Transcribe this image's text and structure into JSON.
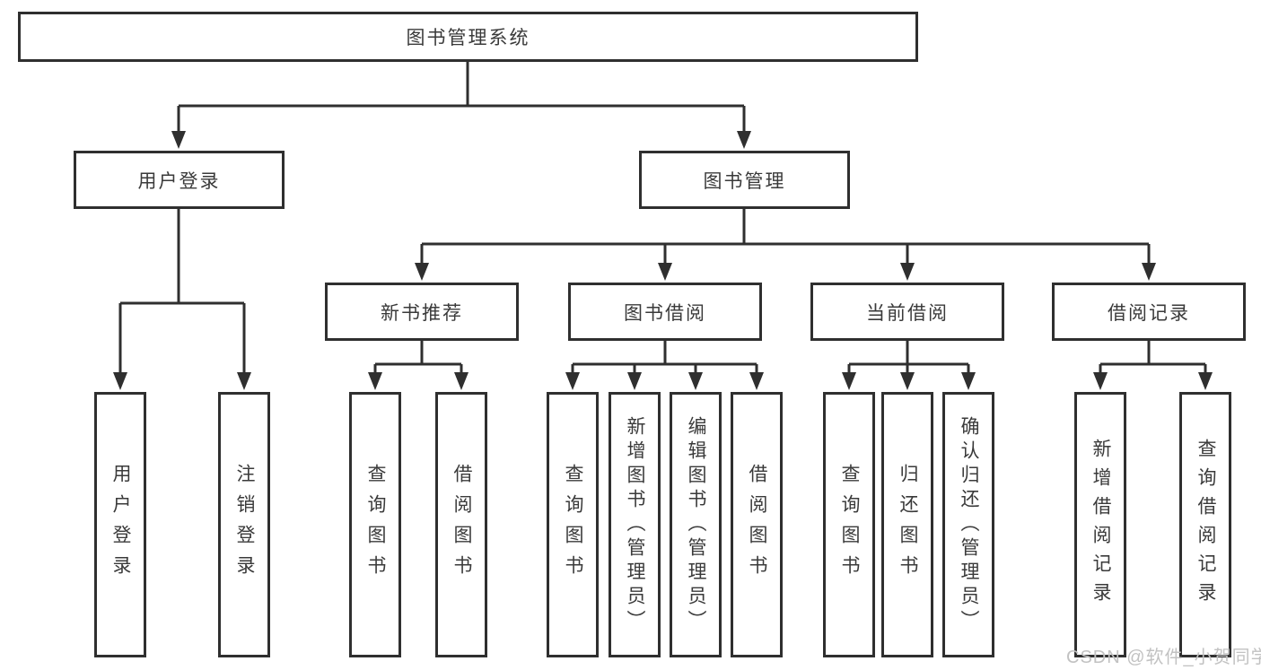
{
  "diagram": {
    "title": "图书管理系统",
    "nodes": {
      "root": {
        "label": "图书管理系统"
      },
      "user_login": {
        "label": "用户登录"
      },
      "book_mgmt": {
        "label": "图书管理"
      },
      "new_book_rec": {
        "label": "新书推荐"
      },
      "book_borrow": {
        "label": "图书借阅"
      },
      "current_borrow": {
        "label": "当前借阅"
      },
      "borrow_record": {
        "label": "借阅记录"
      },
      "leaf_user_login": {
        "label": "用户登录"
      },
      "leaf_logout": {
        "label": "注销登录"
      },
      "leaf_query_book_newrec": {
        "label": "查询图书"
      },
      "leaf_borrow_book_newrec": {
        "label": "借阅图书"
      },
      "leaf_query_book_borrow": {
        "label": "查询图书"
      },
      "leaf_add_book": {
        "label": "新增图书（管理员）"
      },
      "leaf_edit_book": {
        "label": "编辑图书（管理员）"
      },
      "leaf_borrow_book_borrow": {
        "label": "借阅图书"
      },
      "leaf_query_book_current": {
        "label": "查询图书"
      },
      "leaf_return_book": {
        "label": "归还图书"
      },
      "leaf_confirm_return": {
        "label": "确认归还（管理员）"
      },
      "leaf_add_record": {
        "label": "新增借阅记录"
      },
      "leaf_query_record": {
        "label": "查询借阅记录"
      }
    },
    "edges": [
      {
        "from": "图书管理系统",
        "to": [
          "用户登录",
          "图书管理"
        ]
      },
      {
        "from": "用户登录",
        "to": [
          "用户登录",
          "注销登录"
        ]
      },
      {
        "from": "图书管理",
        "to": [
          "新书推荐",
          "图书借阅",
          "当前借阅",
          "借阅记录"
        ]
      },
      {
        "from": "新书推荐",
        "to": [
          "查询图书",
          "借阅图书"
        ]
      },
      {
        "from": "图书借阅",
        "to": [
          "查询图书",
          "新增图书（管理员）",
          "编辑图书（管理员）",
          "借阅图书"
        ]
      },
      {
        "from": "当前借阅",
        "to": [
          "查询图书",
          "归还图书",
          "确认归还（管理员）"
        ]
      },
      {
        "from": "借阅记录",
        "to": [
          "新增借阅记录",
          "查询借阅记录"
        ]
      }
    ],
    "colors": {
      "line": "#2f2f2f",
      "box_border": "#2f2f2f",
      "box_background": "#ffffff",
      "text": "#3a3a3a"
    }
  },
  "watermark": {
    "text": "CSDN @软件_小贺同学",
    "color": "#c2c2c2"
  }
}
